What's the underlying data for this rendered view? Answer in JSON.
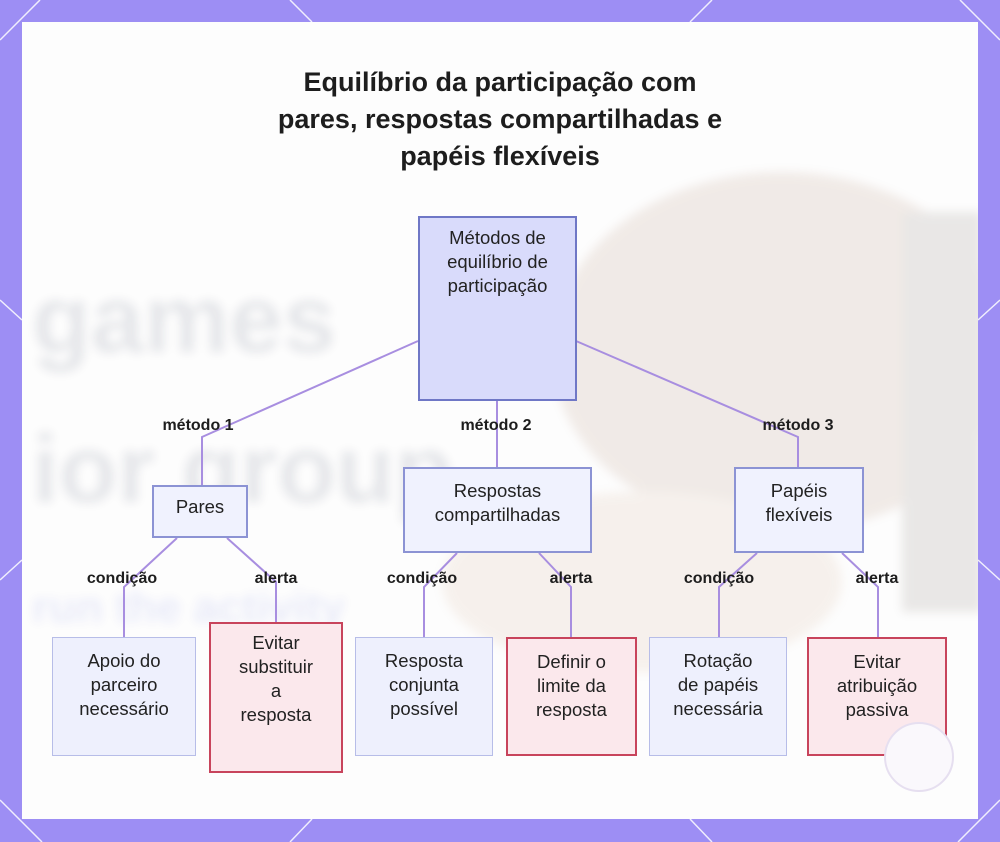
{
  "title": {
    "line1": "Equilíbrio da participação com",
    "line2": "pares, respostas compartilhadas e",
    "line3": "papéis flexíveis"
  },
  "root": {
    "label": "Métodos de\nequilíbrio de\nparticipação"
  },
  "methods": [
    {
      "edge_label": "método 1",
      "label": "Pares",
      "condition_label": "condição",
      "alert_label": "alerta",
      "condition": "Apoio do\nparceiro\nnecessário",
      "alert": "Evitar\nsubstituir\na\nresposta"
    },
    {
      "edge_label": "método 2",
      "label": "Respostas\ncompartilhadas",
      "condition_label": "condição",
      "alert_label": "alerta",
      "condition": "Resposta\nconjunta\npossível",
      "alert": "Definir o\nlimite da\nresposta"
    },
    {
      "edge_label": "método 3",
      "label": "Papéis\nflexíveis",
      "condition_label": "condição",
      "alert_label": "alerta",
      "condition": "Rotação\nde papéis\nnecessária",
      "alert": "Evitar\natribuição\npassiva"
    }
  ],
  "background_text": {
    "line1": "games",
    "line2": "ior group",
    "line3": "run the activity"
  },
  "colors": {
    "frame": "#9d8ef4",
    "edge": "#a88ee0",
    "root_fill": "#d9dbfb",
    "alert_border": "#c8445c",
    "alert_fill": "#fbe8ec"
  }
}
